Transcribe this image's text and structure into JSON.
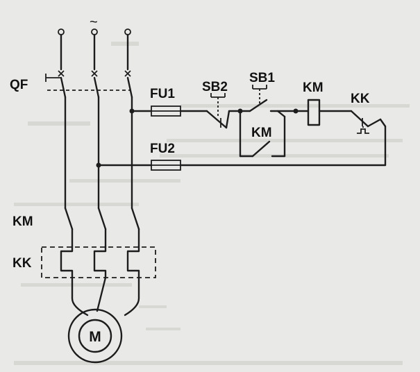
{
  "diagram": {
    "supply_symbol": "~",
    "labels": {
      "qf": "QF",
      "fu1": "FU1",
      "fu2": "FU2",
      "sb2": "SB2",
      "sb1": "SB1",
      "km_coil": "KM",
      "kk_contact": "KK",
      "km_aux": "KM",
      "km_main": "KM",
      "kk_relay": "KK",
      "motor": "M"
    }
  },
  "colors": {
    "line": "#1c1c1c",
    "paper": "#e9e9e7",
    "bleed": "#c9c9c5"
  }
}
